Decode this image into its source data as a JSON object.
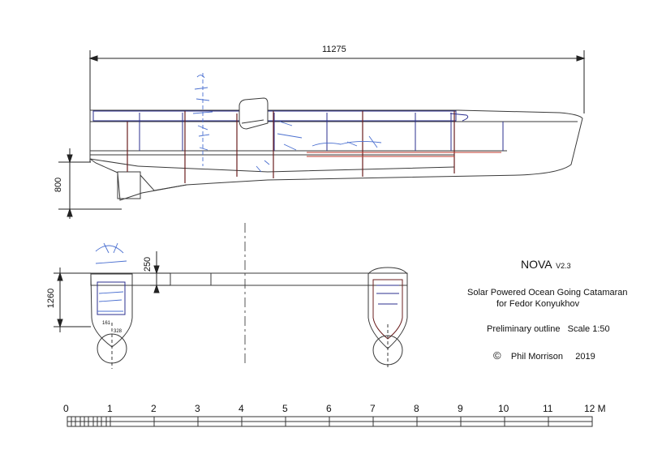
{
  "dimensions": {
    "overall_length": "11275",
    "draft": "800",
    "beam_height": "1260",
    "deck_clearance": "250"
  },
  "title_block": {
    "name": "NOVA",
    "version": "V2.3",
    "description_line1": "Solar Powered Ocean Going Catamaran",
    "description_line2": "for Fedor Konyukhov",
    "status": "Preliminary outline",
    "scale": "Scale 1:50",
    "copyright_symbol": "©",
    "author": "Phil Morrison",
    "year": "2019"
  },
  "scale_bar": {
    "ticks": [
      "0",
      "1",
      "2",
      "3",
      "4",
      "5",
      "6",
      "7",
      "8",
      "9",
      "10",
      "11",
      "12 M"
    ]
  },
  "section_marks": {
    "small_a": "161",
    "small_b": "328"
  },
  "colors": {
    "outline": "#3a3a3a",
    "structure_blue": "#2b2f8f",
    "frames_dark_red": "#6b1f1f",
    "waterline_red": "#c0392b",
    "sketch_blue": "#4a6fd0"
  }
}
